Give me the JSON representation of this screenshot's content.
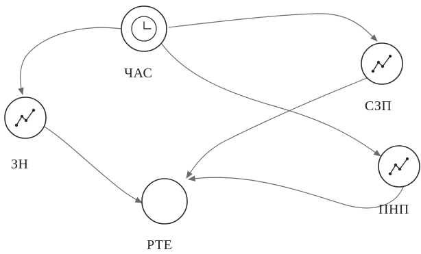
{
  "nodes": {
    "chas": {
      "label": "ЧАС",
      "icon": "clock-icon"
    },
    "szp": {
      "label": "СЗП",
      "icon": "trend-line-icon"
    },
    "zn": {
      "label": "ЗН",
      "icon": "trend-line-icon"
    },
    "pnp": {
      "label": "ПНП",
      "icon": "trend-line-icon"
    },
    "rte": {
      "label": "РТЕ",
      "icon": ""
    }
  },
  "edges": [
    {
      "from": "ЧАС",
      "to": "СЗП"
    },
    {
      "from": "ЧАС",
      "to": "ЗН"
    },
    {
      "from": "ЧАС",
      "to": "ПНП"
    },
    {
      "from": "СЗП",
      "to": "РТЕ"
    },
    {
      "from": "ЗН",
      "to": "РТЕ"
    },
    {
      "from": "ПНП",
      "to": "РТЕ"
    }
  ],
  "colors": {
    "edge": "#6b6b6b",
    "node_stroke": "#2a2a2a",
    "background": "#ffffff"
  }
}
